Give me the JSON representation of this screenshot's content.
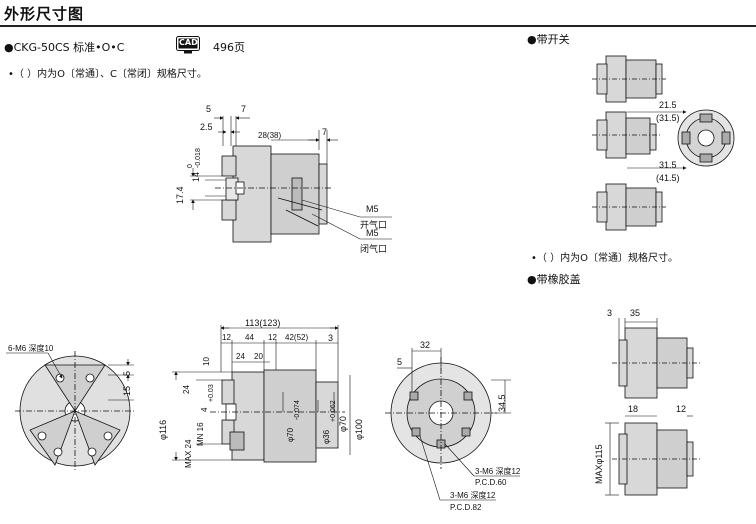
{
  "page": {
    "title": "外形尺寸图",
    "model_header": "●CKG-50CS 标准•O•C",
    "cad_badge": "CAD",
    "page_ref": "496页",
    "note_main": "•（ ）内为O〔常通〕、C〔常闭〕规格尺寸。",
    "with_switch_header": "●带开关",
    "note_switch": "•（ ）内为O〔常通〕规格尺寸。",
    "with_rubber_cover_header": "●带橡胶盖"
  },
  "top_drawing": {
    "dims": {
      "d5": "5",
      "d7": "7",
      "d2_5": "2.5",
      "d28_38": "28(38)",
      "d7b": "7",
      "d17_4": "17.4",
      "d14_tol": "14",
      "d14_sup": "0",
      "d14_sub": "-0.018"
    },
    "port_open": {
      "thread": "M5",
      "label": "开气口"
    },
    "port_closed": {
      "thread": "M5",
      "label": "闭气口"
    }
  },
  "switch_drawing": {
    "dims": {
      "d21_5": "21.5",
      "d31_5p": "(31.5)",
      "d31_5": "31.5",
      "d41_5p": "(41.5)"
    }
  },
  "front_view": {
    "callout": "6-M6 深度10",
    "dims": {
      "d5": "5",
      "d15": "15"
    }
  },
  "side_view": {
    "dims": {
      "total": "113(123)",
      "d12": "12",
      "d44": "44",
      "d12b": "12",
      "d42_52": "42(52)",
      "d3": "3",
      "d24": "24",
      "d20": "20",
      "d10": "10",
      "d24v": "24",
      "d4": "4",
      "d4_tol": "+0.03",
      "dia116": "φ116",
      "max24": "MAX 24",
      "mn16": "MN 16",
      "dia70": "φ70",
      "dia70_tol": "-0.074",
      "dia36": "φ36",
      "dia36_tol": "+0.062",
      "dia70b": "φ70",
      "dia100": "φ100"
    }
  },
  "back_view": {
    "dims": {
      "d5": "5",
      "d32": "32",
      "d34_5": "34.5"
    },
    "callout1": {
      "thread": "3-M6 深度12",
      "pcd": "P.C.D.60"
    },
    "callout2": {
      "thread": "3-M6 深度12",
      "pcd": "P.C.D.82"
    }
  },
  "rubber_drawing": {
    "dims": {
      "d3": "3",
      "d35": "35",
      "d18": "18",
      "d12": "12",
      "max115": "MAXφ115"
    }
  }
}
